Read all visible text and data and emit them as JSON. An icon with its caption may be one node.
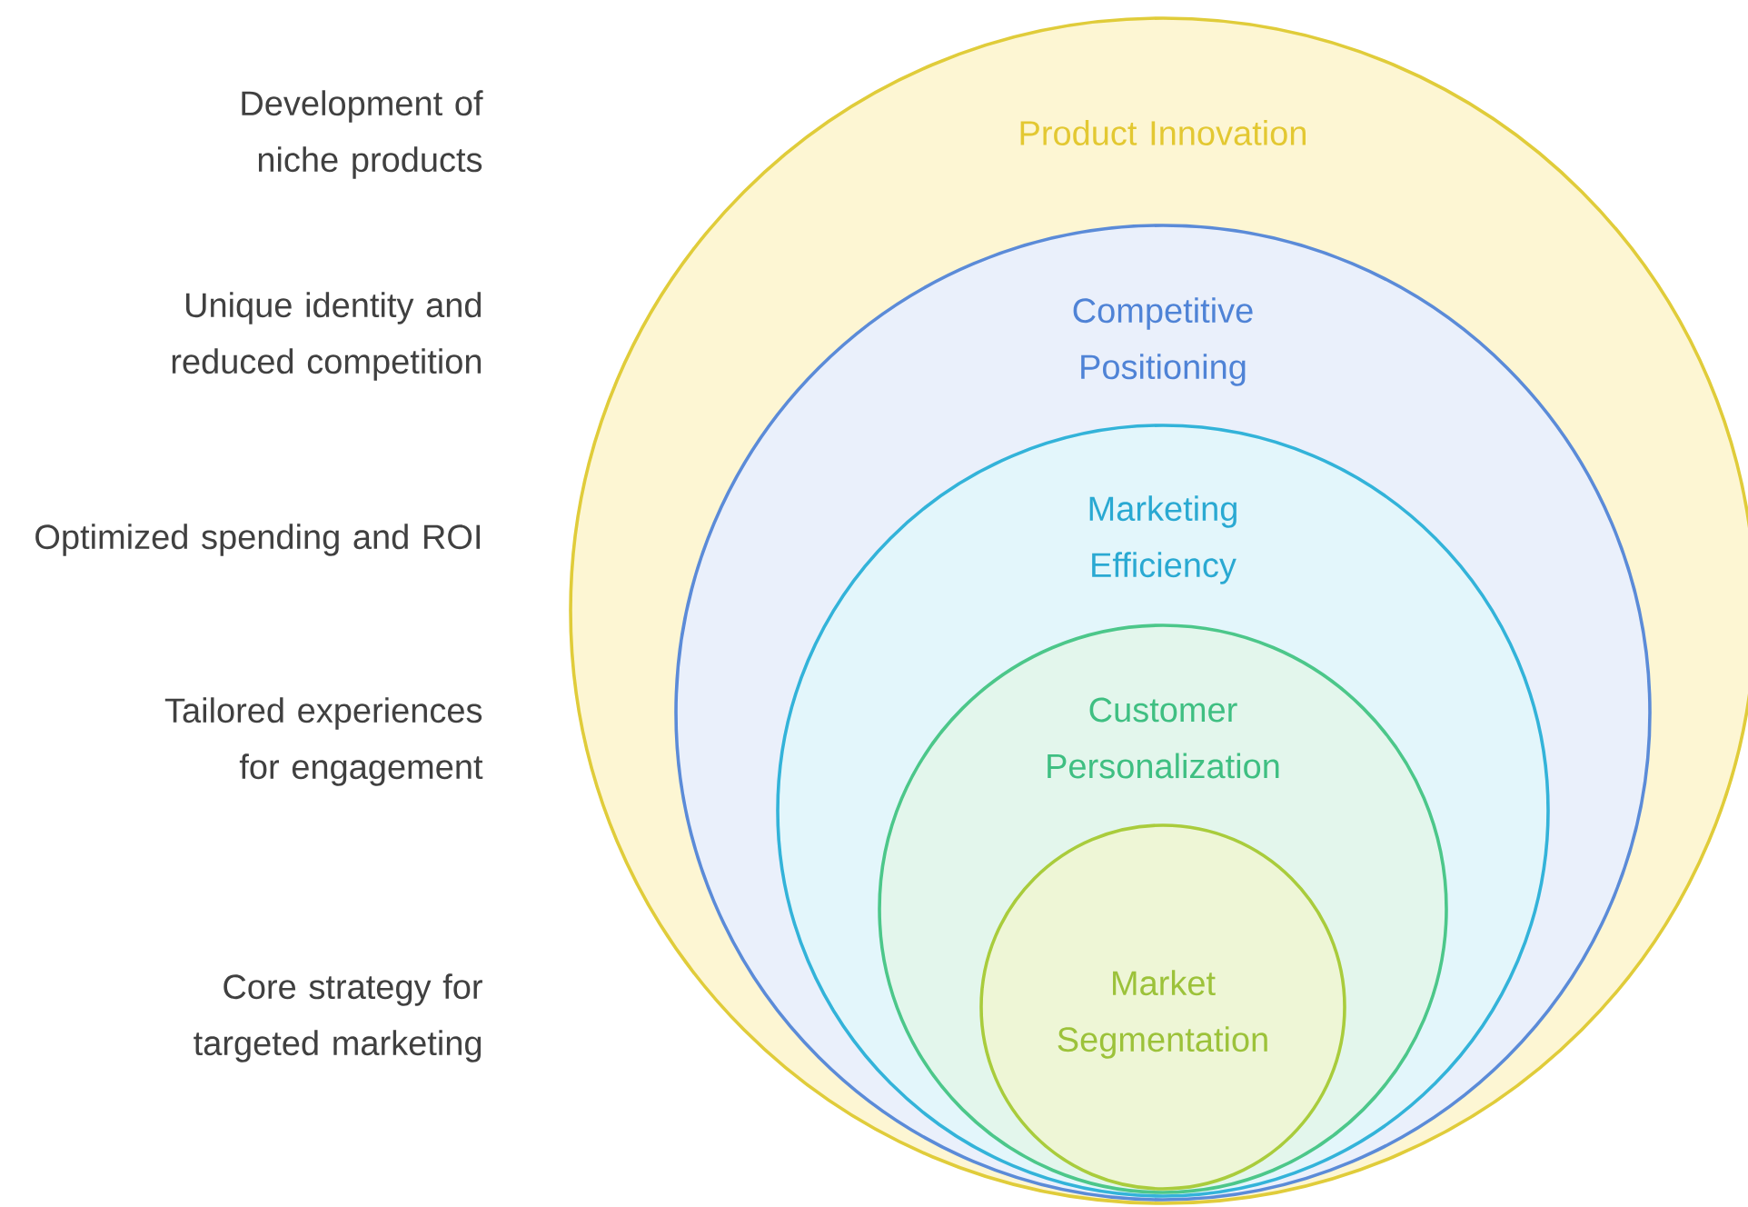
{
  "diagram": {
    "nodes": [
      {
        "text": [
          "Product Innovation"
        ]
      },
      {
        "text": [
          "Competitive Positioning"
        ],
        "in": 0
      },
      {
        "text": [
          "Marketing Efficiency"
        ],
        "in": 1
      },
      {
        "text": [
          "Customer Personalization"
        ],
        "in": 2
      },
      {
        "text": [
          "Market Segmentation"
        ],
        "in": 3
      }
    ],
    "labels": [
      "Development of niche products",
      "Unique identity and reduced competition",
      "Optimized spending and ROI",
      "Tailored experiences for engagement",
      "Core strategy for targeted marketing"
    ]
  }
}
